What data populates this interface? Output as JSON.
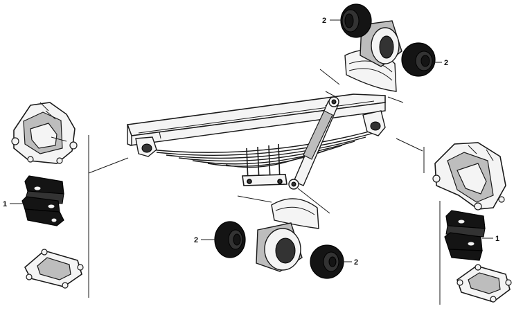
{
  "callouts": {
    "top_left_bushing": "2",
    "top_right_bushing": "2",
    "left_pad": "1",
    "bottom_left_bushing": "2",
    "bottom_right_bushing": "2",
    "right_pad": "1"
  },
  "colors": {
    "ink": "#1a1a1a",
    "rubber": "#141414",
    "metal_shade": "#bdbdbd",
    "background": "#ffffff"
  }
}
